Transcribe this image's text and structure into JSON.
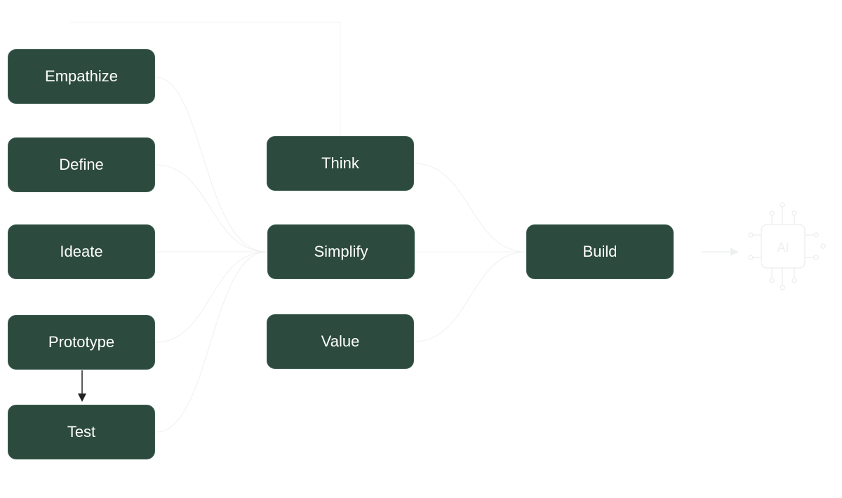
{
  "diagram": {
    "colors": {
      "node_fill": "#2c4a3e",
      "node_text": "#ffffff",
      "arrow": "#222222",
      "faint_line": "#f0f2f1"
    },
    "nodes": {
      "empathize": "Empathize",
      "define": "Define",
      "ideate": "Ideate",
      "prototype": "Prototype",
      "test": "Test",
      "think": "Think",
      "simplify": "Simplify",
      "value": "Value",
      "build": "Build"
    },
    "ai_icon": {
      "label": "AI"
    },
    "edges": [
      {
        "from": "Prototype",
        "to": "Test",
        "style": "solid-arrow"
      },
      {
        "from": "Empathize",
        "to": "Simplify",
        "style": "faint"
      },
      {
        "from": "Define",
        "to": "Simplify",
        "style": "faint"
      },
      {
        "from": "Ideate",
        "to": "Simplify",
        "style": "faint"
      },
      {
        "from": "Prototype",
        "to": "Simplify",
        "style": "faint"
      },
      {
        "from": "Test",
        "to": "Simplify",
        "style": "faint"
      },
      {
        "from": "Think",
        "to": "Build",
        "style": "faint"
      },
      {
        "from": "Value",
        "to": "Build",
        "style": "faint"
      },
      {
        "from": "Build",
        "to": "AI",
        "style": "faint-arrow"
      }
    ]
  }
}
